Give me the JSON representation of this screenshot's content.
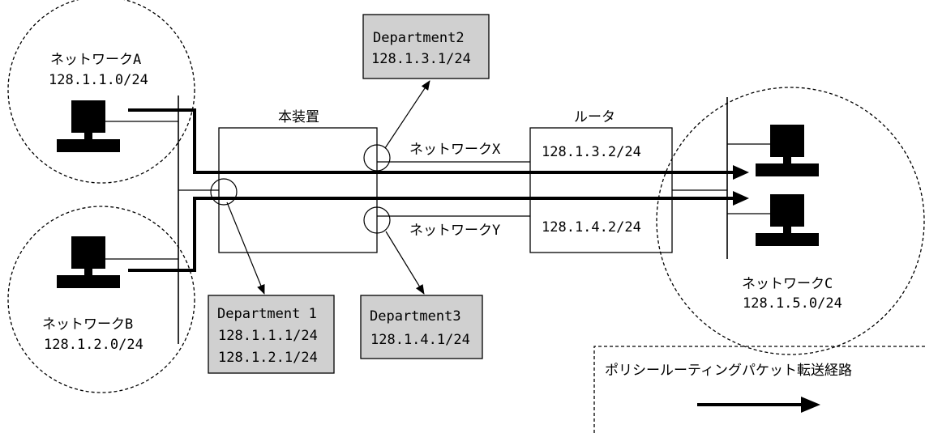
{
  "network_a": {
    "name": "ネットワークA",
    "subnet": "128.1.1.0/24"
  },
  "network_b": {
    "name": "ネットワークB",
    "subnet": "128.1.2.0/24"
  },
  "network_c": {
    "name": "ネットワークC",
    "subnet": "128.1.5.0/24"
  },
  "device": {
    "label": "本装置"
  },
  "router": {
    "label": "ルータ",
    "addr_x": "128.1.3.2/24",
    "addr_y": "128.1.4.2/24"
  },
  "network_x": {
    "label": "ネットワークX"
  },
  "network_y": {
    "label": "ネットワークY"
  },
  "department1": {
    "name": "Department 1",
    "addr1": "128.1.1.1/24",
    "addr2": "128.1.2.1/24"
  },
  "department2": {
    "name": "Department2",
    "addr": "128.1.3.1/24"
  },
  "department3": {
    "name": "Department3",
    "addr": "128.1.4.1/24"
  },
  "legend": {
    "label": "ポリシールーティングパケット転送経路"
  }
}
